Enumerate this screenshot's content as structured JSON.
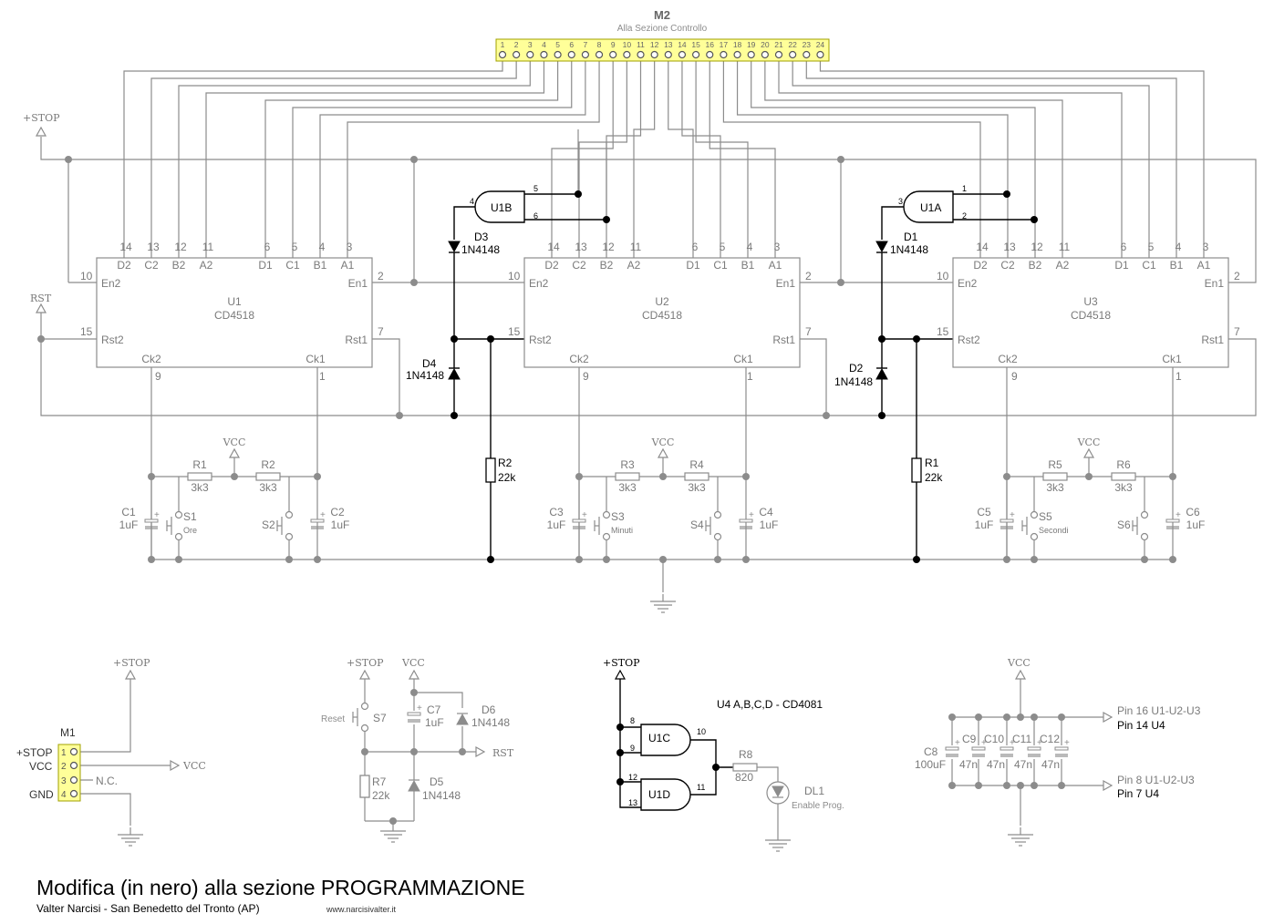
{
  "header": {
    "connector": "M2",
    "connector_sub": "Alla Sezione Controllo",
    "pins": [
      "1",
      "2",
      "3",
      "4",
      "5",
      "6",
      "7",
      "8",
      "9",
      "10",
      "11",
      "12",
      "13",
      "14",
      "15",
      "16",
      "17",
      "18",
      "19",
      "20",
      "21",
      "22",
      "23",
      "24"
    ]
  },
  "rails": {
    "stop": "+STOP",
    "rst": "RST",
    "vcc": "VCC"
  },
  "counter_pins": {
    "d2": "D2",
    "c2": "C2",
    "b2": "B2",
    "a2": "A2",
    "d1": "D1",
    "c1": "C1",
    "b1": "B1",
    "a1": "A1",
    "n14": "14",
    "n13": "13",
    "n12": "12",
    "n11": "11",
    "n6": "6",
    "n5": "5",
    "n4": "4",
    "n3": "3",
    "en2": "En2",
    "en1": "En1",
    "rst2": "Rst2",
    "rst1": "Rst1",
    "ck2": "Ck2",
    "ck1": "Ck1",
    "n10": "10",
    "n2": "2",
    "n15": "15",
    "n7": "7",
    "n9": "9",
    "n1": "1"
  },
  "counters": [
    {
      "name": "U1",
      "part": "CD4518"
    },
    {
      "name": "U2",
      "part": "CD4518"
    },
    {
      "name": "U3",
      "part": "CD4518"
    }
  ],
  "gates_top": {
    "u1b": {
      "name": "U1B",
      "pin_in_a": "5",
      "pin_in_b": "6",
      "pin_out": "4"
    },
    "u1a": {
      "name": "U1A",
      "pin_in_a": "1",
      "pin_in_b": "2",
      "pin_out": "3"
    }
  },
  "diodes_top": {
    "d3": {
      "name": "D3",
      "part": "1N4148"
    },
    "d4": {
      "name": "D4",
      "part": "1N4148"
    },
    "d1": {
      "name": "D1",
      "part": "1N4148"
    },
    "d2": {
      "name": "D2",
      "part": "1N4148"
    }
  },
  "resistors_top": {
    "r2": {
      "name": "R2",
      "value": "22k"
    },
    "r1": {
      "name": "R1",
      "value": "22k"
    }
  },
  "button_groups": [
    {
      "ra": "R1",
      "rb": "R2",
      "rval": "3k3",
      "ca": "C1",
      "cb": "C2",
      "cval": "1uF",
      "sa": "S1",
      "sa_label": "Ore",
      "sb": "S2"
    },
    {
      "ra": "R3",
      "rb": "R4",
      "rval": "3k3",
      "ca": "C3",
      "cb": "C4",
      "cval": "1uF",
      "sa": "S3",
      "sa_label": "Minuti",
      "sb": "S4"
    },
    {
      "ra": "R5",
      "rb": "R6",
      "rval": "3k3",
      "ca": "C5",
      "cb": "C6",
      "cval": "1uF",
      "sa": "S5",
      "sa_label": "Secondi",
      "sb": "S6"
    }
  ],
  "m1": {
    "name": "M1",
    "pin_labels": [
      "+STOP",
      "VCC",
      "N.C.",
      "GND"
    ],
    "pin_numbers": [
      "1",
      "2",
      "3",
      "4"
    ],
    "nc": "N.C."
  },
  "reset_circuit": {
    "switch": "S7",
    "switch_label": "Reset",
    "cap": "C7",
    "cap_value": "1uF",
    "d6": "D6",
    "d6_part": "1N4148",
    "r7": "R7",
    "r7_value": "22k",
    "d5": "D5",
    "d5_part": "1N4148"
  },
  "enable_circuit": {
    "title": "U4 A,B,C,D  -  CD4081",
    "u1c": "U1C",
    "u1d": "U1D",
    "pins": [
      "8",
      "9",
      "10",
      "12",
      "13",
      "11"
    ],
    "r8": "R8",
    "r8_value": "820",
    "led": "DL1",
    "led_label": "Enable Prog."
  },
  "decoupling": {
    "c8": "C8",
    "c8_value": "100uF",
    "caps": [
      "C9",
      "C10",
      "C11",
      "C12"
    ],
    "cap_value": "47n",
    "pin16": "Pin 16  U1-U2-U3",
    "pin14": "Pin 14  U4",
    "pin8": "Pin 8  U1-U2-U3",
    "pin7": "Pin 7  U4"
  },
  "footer": {
    "title": "Modifica (in nero) alla sezione PROGRAMMAZIONE",
    "author": "Valter Narcisi - San Benedetto del Tronto (AP)",
    "website": "www.narcisivalter.it"
  }
}
